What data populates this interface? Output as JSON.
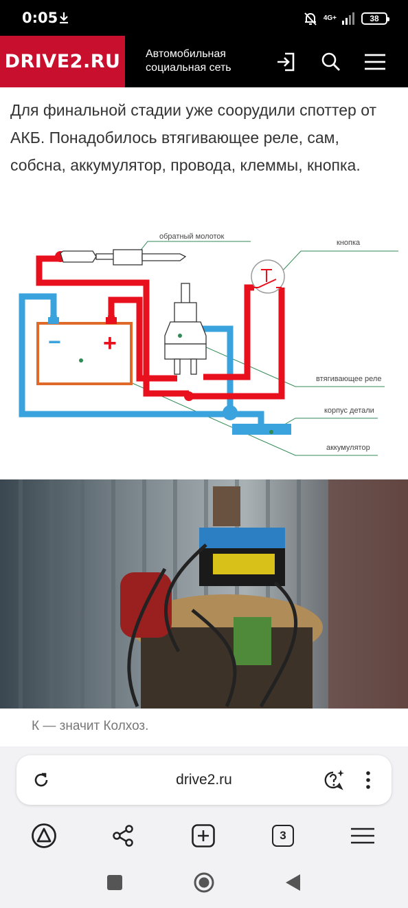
{
  "status_bar": {
    "time": "0:05",
    "network": "4G+",
    "battery": "38"
  },
  "header": {
    "logo": "DRIVE2.RU",
    "tagline_line1": "Автомобильная",
    "tagline_line2": "социальная сеть",
    "icons": [
      "login-icon",
      "search-icon",
      "menu-icon"
    ]
  },
  "article": {
    "text": "Для финальной стадии уже соорудили споттер от АКБ. Понадобилось втягивающее реле, сам, собсна, аккумулятор, провода, клеммы, кнопка.",
    "diagram_labels": {
      "hammer": "обратный молоток",
      "button": "кнопка",
      "relay": "втягивающее реле",
      "body": "корпус детали",
      "battery": "аккумулятор",
      "minus": "−",
      "plus": "+"
    },
    "caption": "К — значит Колхоз."
  },
  "browser": {
    "url": "drive2.ru",
    "tabs_count": "3",
    "icons": [
      "reload-icon",
      "assistant-chat-icon",
      "more-vert-icon",
      "alice-icon",
      "share-icon",
      "new-tab-icon",
      "tabs-icon",
      "menu-icon"
    ]
  },
  "colors": {
    "brand_red": "#c8102e",
    "wire_red": "#e8101c",
    "wire_blue": "#3aa3dd",
    "battery_orange": "#e06a2a"
  }
}
